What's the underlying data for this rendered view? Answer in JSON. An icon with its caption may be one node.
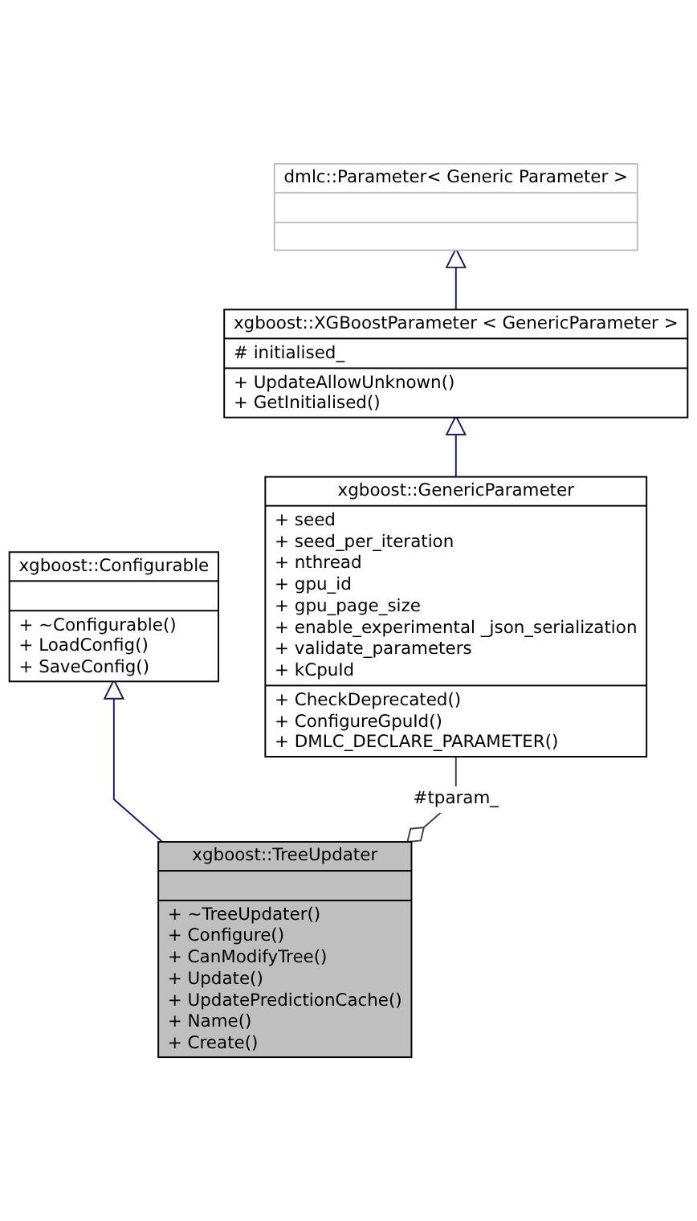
{
  "diagram": {
    "nodes": [
      {
        "text": [
          "dmlc::Parameter< Generic Parameter >"
        ]
      },
      {
        "text": [
          "xgboost::XGBoostParameter < GenericParameter >",
          "# initialised_",
          "+ UpdateAllowUnknown()",
          "+ GetInitialised()"
        ]
      },
      {
        "text": [
          "xgboost::GenericParameter",
          "+ seed",
          "+ seed_per_iteration",
          "+ nthread",
          "+ gpu_id",
          "+ gpu_page_size",
          "+ enable_experimental _json_serialization",
          "+ validate_parameters",
          "+ kCpuId",
          "+ CheckDeprecated()",
          "+ ConfigureGpuId()",
          "+ DMLC_DECLARE_PARAMETER()"
        ]
      },
      {
        "text": [
          "xgboost::Configurable",
          "+ ~Configurable()",
          "+ LoadConfig()",
          "+ SaveConfig()"
        ]
      },
      {
        "text": [
          "xgboost::TreeUpdater",
          "+ ~TreeUpdater()",
          "+ Configure()",
          "+ CanModifyTree()",
          "+ Update()",
          "+ UpdatePredictionCache()",
          "+ Name()",
          "+ Create()"
        ]
      }
    ],
    "edges": [
      {
        "from": 1,
        "to": 0,
        "arrow": "to"
      },
      {
        "from": 2,
        "to": 1,
        "arrow": "to"
      },
      {
        "from": 4,
        "to": 3,
        "arrow": "to"
      },
      {
        "from": 4,
        "to": 2,
        "arrow": "other",
        "label": "#tparam_",
        "color": "#404040"
      }
    ]
  }
}
